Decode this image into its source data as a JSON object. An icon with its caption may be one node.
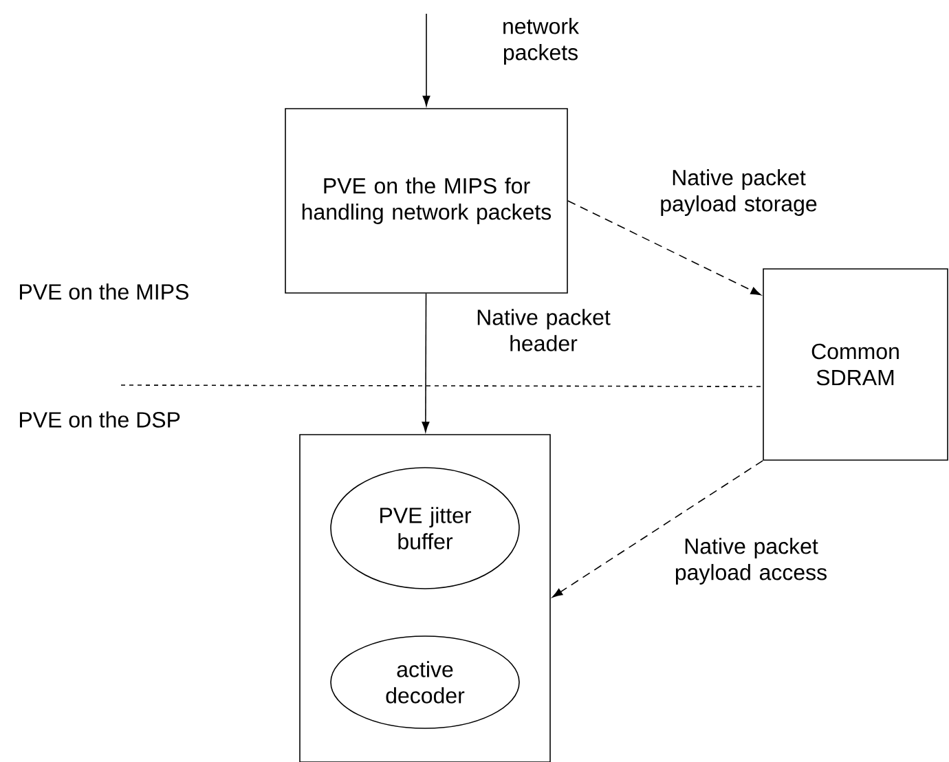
{
  "diagram": {
    "nodes": [
      {
        "text": [
          "PVE on the MIPS for handling network packets"
        ]
      },
      {
        "text": [
          "Common SDRAM"
        ]
      },
      {
        "text": [],
        "shape": "box"
      },
      {
        "text": [
          "PVE jitter buffer"
        ],
        "in": 2
      },
      {
        "text": [
          "active decoder"
        ],
        "in": 2
      }
    ],
    "edges": [
      {
        "from": null,
        "to": 0,
        "arrow": "to",
        "label": "network packets"
      },
      {
        "from": 0,
        "to": 1,
        "arrow": "to",
        "style": "dashed",
        "label": "Native packet payload storage"
      },
      {
        "from": 0,
        "to": 2,
        "arrow": "to",
        "label": "Native packet header"
      },
      {
        "from": 1,
        "to": 2,
        "arrow": "to",
        "style": "dashed",
        "label": "Native packet payload access"
      }
    ],
    "labels": [
      "PVE on the MIPS",
      "PVE on the DSP"
    ]
  }
}
